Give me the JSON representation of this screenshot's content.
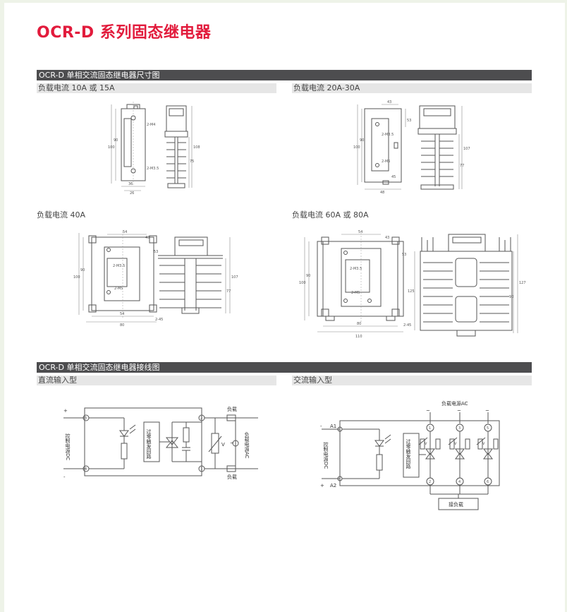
{
  "title": "OCR-D 系列固态继电器",
  "dimensions_section": {
    "header": "OCR-D 单相交流固态继电器尺寸图",
    "panels": [
      {
        "label": "负载电流 10A 或 15A",
        "notes": [
          "2-M4",
          "2-M3.5",
          "36",
          "26",
          "100",
          "90",
          "108",
          "75"
        ]
      },
      {
        "label": "负载电流 20A-30A",
        "notes": [
          "43",
          "53",
          "2-M3.5",
          "2-M5",
          "45",
          "100",
          "90",
          "107",
          "77",
          "48"
        ]
      },
      {
        "label": "负载电流 40A",
        "notes": [
          "54",
          "43",
          "53",
          "2-M3.5",
          "2-M5",
          "54",
          "80",
          "2-45",
          "100",
          "90",
          "107",
          "77"
        ]
      },
      {
        "label": "负载电流 60A 或 80A",
        "notes": [
          "54",
          "43",
          "53",
          "2-M3.5",
          "2-M5",
          "80",
          "110",
          "2-45",
          "100",
          "90",
          "125",
          "90",
          "127"
        ]
      }
    ]
  },
  "wiring_section": {
    "header": "OCR-D 单相交流固态继电器接线图",
    "dc": {
      "label": "直流输入型",
      "control": "控制电源DC",
      "zero": "过零触发回路",
      "load_top": "负载",
      "load_bottom": "负载",
      "source": "负载电源AC",
      "v": "V",
      "plus": "+",
      "minus": "-",
      "t1": "3",
      "t2": "4",
      "t3": "2",
      "t4": "1"
    },
    "ac": {
      "label": "交流输入型",
      "source": "负载电源AC",
      "control": "控制电源DC",
      "zero": "过零触发回路",
      "load": "接负载",
      "a1": "A1",
      "a2": "A2",
      "minus": "-",
      "plus": "+",
      "tilde": "~",
      "terms": [
        "1",
        "3",
        "5",
        "2",
        "4",
        "6"
      ],
      "v": "V"
    }
  },
  "colors": {
    "title": "#e21b3c",
    "section": "#4d4d4f",
    "sub": "#e6e6e6"
  }
}
